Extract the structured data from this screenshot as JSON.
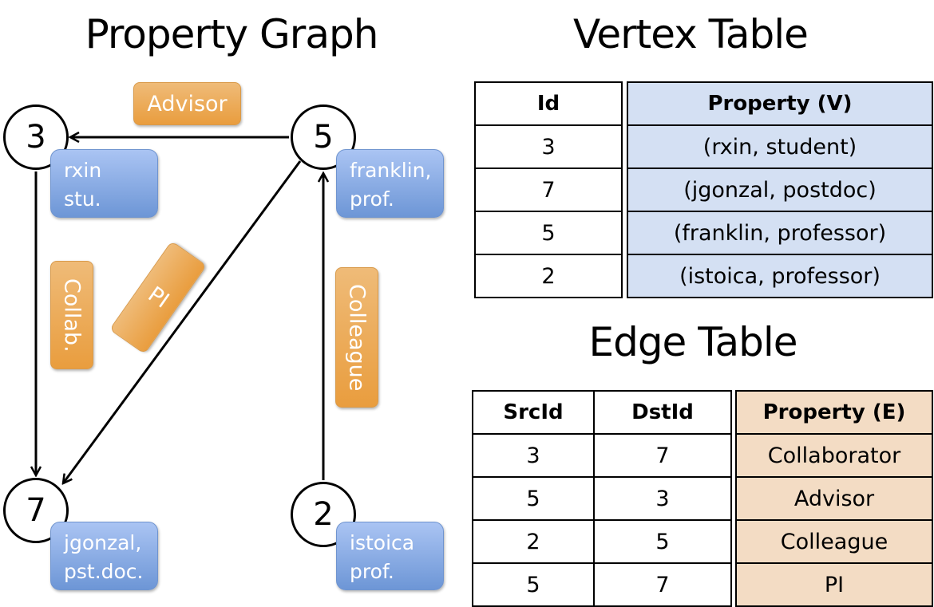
{
  "graph": {
    "title": "Property Graph",
    "nodes": [
      {
        "id": "3",
        "label": "rxin\nstu."
      },
      {
        "id": "5",
        "label": "franklin,\nprof."
      },
      {
        "id": "7",
        "label": "jgonzal,\npst.doc."
      },
      {
        "id": "2",
        "label": "istoica\nprof."
      }
    ],
    "edges": [
      {
        "label": "Advisor"
      },
      {
        "label": "Collab."
      },
      {
        "label": "PI"
      },
      {
        "label": "Colleague"
      }
    ],
    "colors": {
      "vertex_label": "#7fa5e2",
      "edge_label": "#eba651"
    }
  },
  "vertex_table": {
    "title": "Vertex Table",
    "headers": [
      "Id",
      "Property (V)"
    ],
    "rows": [
      [
        "3",
        "(rxin, student)"
      ],
      [
        "7",
        "(jgonzal, postdoc)"
      ],
      [
        "5",
        "(franklin, professor)"
      ],
      [
        "2",
        "(istoica, professor)"
      ]
    ]
  },
  "edge_table": {
    "title": "Edge Table",
    "headers": [
      "SrcId",
      "DstId",
      "Property (E)"
    ],
    "rows": [
      [
        "3",
        "7",
        "Collaborator"
      ],
      [
        "5",
        "3",
        "Advisor"
      ],
      [
        "2",
        "5",
        "Colleague"
      ],
      [
        "5",
        "7",
        "PI"
      ]
    ]
  }
}
